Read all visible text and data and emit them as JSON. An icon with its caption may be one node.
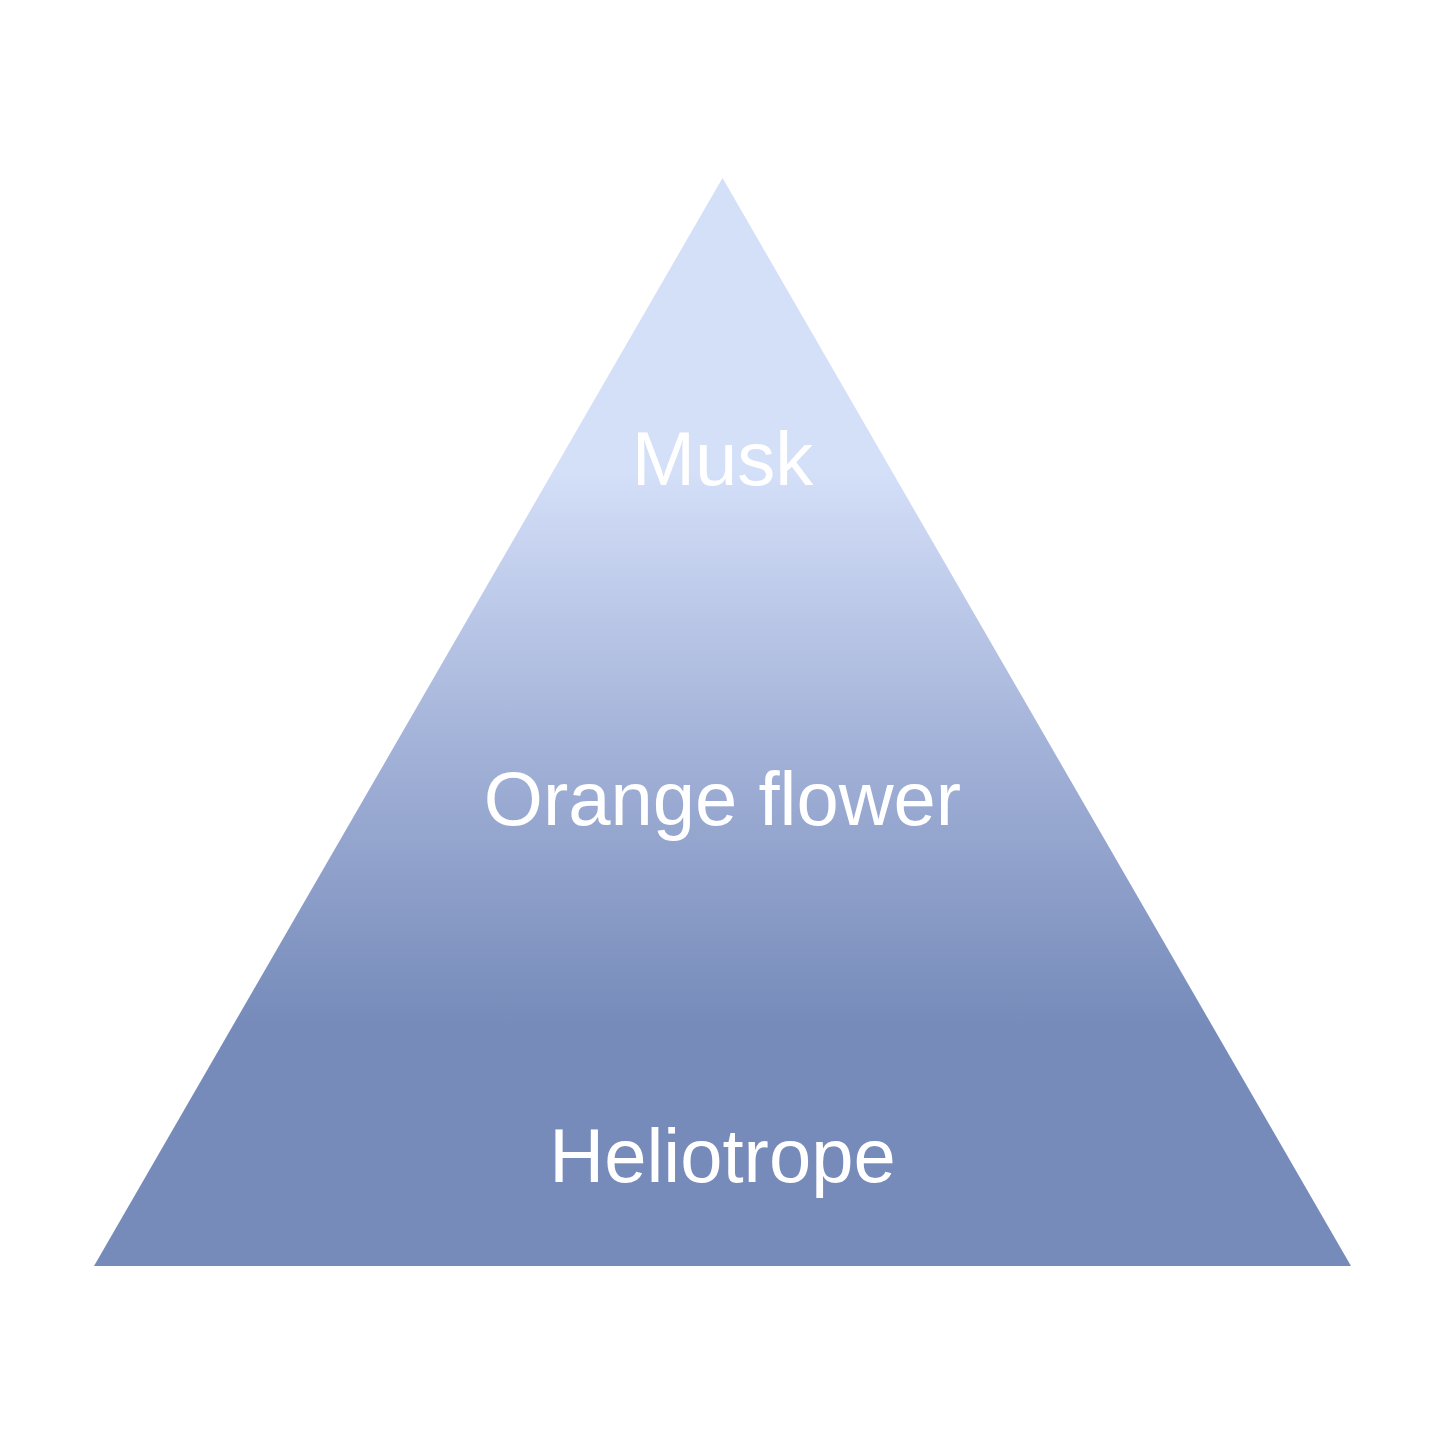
{
  "diagram": {
    "nodes": [
      {
        "text": [
          "Musk",
          "Orange flower",
          "Heliotrope"
        ]
      }
    ]
  }
}
